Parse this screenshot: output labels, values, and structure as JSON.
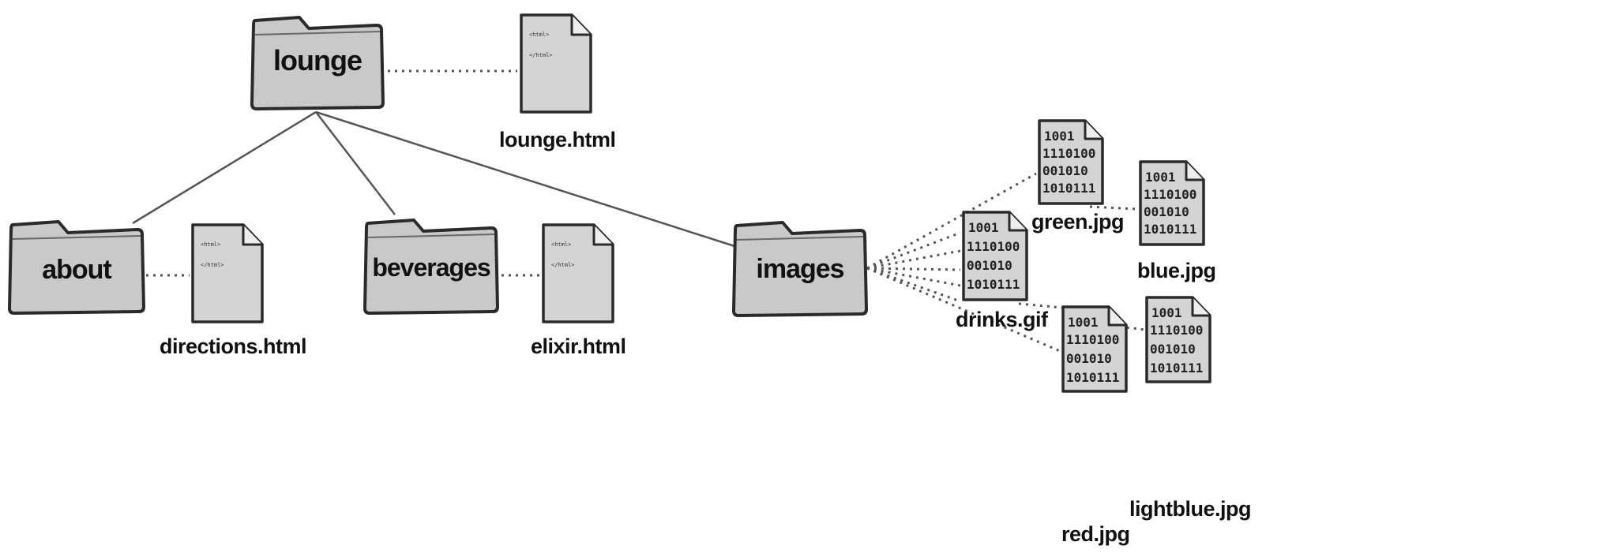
{
  "folders": {
    "lounge": "lounge",
    "about": "about",
    "beverages": "beverages",
    "images": "images"
  },
  "files": {
    "lounge_html": "lounge.html",
    "directions_html": "directions.html",
    "elixir_html": "elixir.html",
    "drinks_gif": "drinks.gif",
    "green_jpg": "green.jpg",
    "blue_jpg": "blue.jpg",
    "red_jpg": "red.jpg",
    "lightblue_jpg": "lightblue.jpg"
  },
  "html_snippet": {
    "open": "<html>",
    "close": "</html>"
  },
  "binary_snippet": [
    "1001",
    "1110100",
    "001010",
    "1010111"
  ],
  "icons": {
    "folder": "folder-icon",
    "html_file": "html-file-icon",
    "image_file": "image-file-icon"
  },
  "colors": {
    "folder_fill": "#c9c9c9",
    "file_fill": "#d4d4d4",
    "outline": "#2a2a2a",
    "line": "#555555"
  }
}
